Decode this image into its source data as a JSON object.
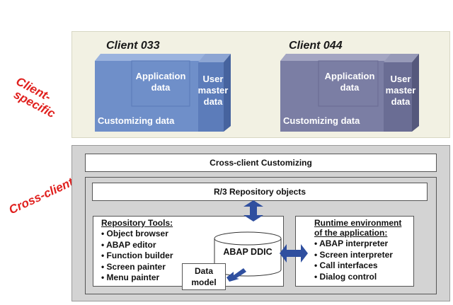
{
  "side_labels": {
    "client_specific": [
      "Client-",
      "specific"
    ],
    "cross_client": "Cross-client"
  },
  "clients": [
    {
      "title": "Client 033",
      "application_data": [
        "Application",
        "data"
      ],
      "user_master_data": [
        "User",
        "master",
        "data"
      ],
      "customizing_data": "Customizing data",
      "colors": {
        "front": "#6f8fc9",
        "side": "#4d6ba6",
        "top": "#9bb3de"
      }
    },
    {
      "title": "Client 044",
      "application_data": [
        "Application",
        "data"
      ],
      "user_master_data": [
        "User",
        "master",
        "data"
      ],
      "customizing_data": "Customizing data",
      "colors": {
        "front": "#7b7ea4",
        "side": "#5b5e82",
        "top": "#a4a6c2"
      }
    }
  ],
  "cross_client_customizing": "Cross-client Customizing",
  "repository_objects": "R/3 Repository objects",
  "repository_tools": {
    "title": "Repository Tools:",
    "items": [
      "• Object browser",
      "• ABAP editor",
      "• Function builder",
      "• Screen painter",
      "• Menu painter"
    ]
  },
  "ddic_label": "ABAP DDIC",
  "data_model": [
    "Data",
    "model"
  ],
  "runtime_environment": {
    "title_lines": [
      "Runtime environment",
      "of the application:"
    ],
    "items": [
      "• ABAP interpreter",
      "• Screen interpreter",
      "• Call interfaces",
      "• Dialog control"
    ]
  },
  "arrow_color": "#2f4f9f"
}
